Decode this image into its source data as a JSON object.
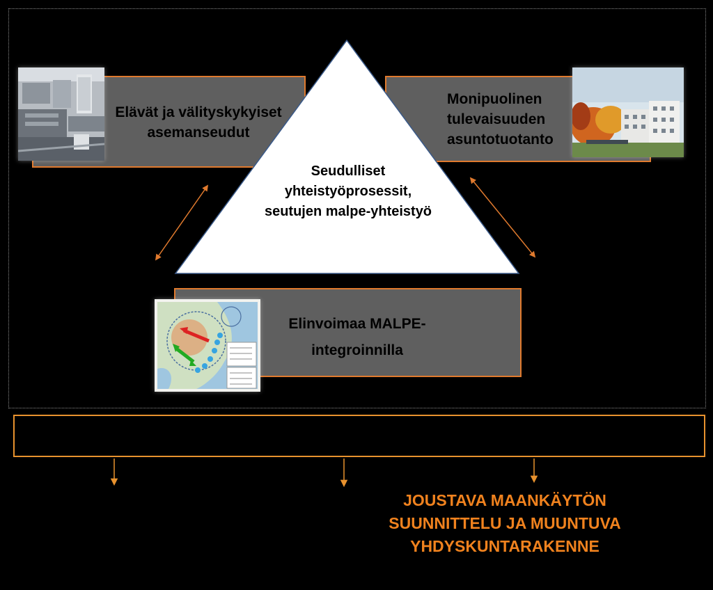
{
  "colors": {
    "background": "#000000",
    "box_fill": "#5f5f5f",
    "box_border": "#e07a2e",
    "arrow": "#e07a2e",
    "bottom_text": "#f0821e",
    "triangle": "#ffffff"
  },
  "diagram": {
    "triangle_label": [
      "Seudulliset",
      "yhteistyöprosessit,",
      "seutujen malpe-yhteistyö"
    ],
    "box_left": {
      "lines": [
        "Elävät ja välityskykyiset",
        "asemanseudut"
      ]
    },
    "box_right": {
      "lines": [
        "Monipuolinen",
        "tulevaisuuden",
        "asuntotuotanto"
      ]
    },
    "box_bottom": {
      "lines": [
        "Elinvoimaa MALPE-",
        "integroinnilla"
      ]
    },
    "bottom_heading": [
      "JOUSTAVA MAANKÄYTÖN",
      "SUUNNITTELU JA MUUNTUVA",
      "YHDYSKUNTARAKENNE"
    ]
  },
  "icons": {
    "left_photo": "city-aerial-photo",
    "right_photo": "housing-rendering-photo",
    "bottom_photo": "regional-map-photo"
  }
}
